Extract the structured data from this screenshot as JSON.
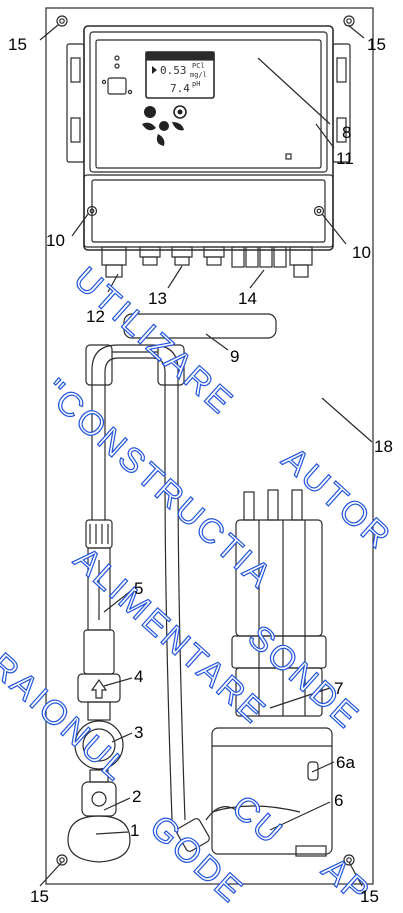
{
  "labels": {
    "l15a": "15",
    "l15b": "15",
    "l15c": "15",
    "l15d": "15",
    "l8": "8",
    "l11": "11",
    "l10a": "10",
    "l10b": "10",
    "l12": "12",
    "l13": "13",
    "l14": "14",
    "l9": "9",
    "l18": "18",
    "l5": "5",
    "l4": "4",
    "l3": "3",
    "l2": "2",
    "l1": "1",
    "l7": "7",
    "l6a": "6a",
    "l6": "6"
  },
  "display": {
    "reading1": "0.53",
    "unit1_top": "PCl",
    "unit1_bottom": "mg/l",
    "reading2": "7.4",
    "unit2": "pH"
  },
  "watermark": {
    "w1": "UTILIZARE",
    "w2": "\"CONSTRUCTIA",
    "w3": "AUTOR",
    "w4": "ALIMENTARE",
    "w5": "SONDE",
    "w6": "RAIONUL",
    "w7": "CU",
    "w8": "GODE",
    "w9": "AP"
  },
  "colors": {
    "line": "#2b2b2b",
    "watermark_stroke": "#2255dd"
  }
}
